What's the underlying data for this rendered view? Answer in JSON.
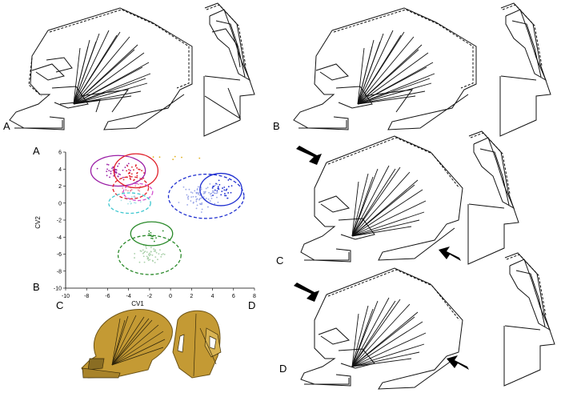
{
  "panel_labels": {
    "top_left": "A",
    "top_right": "B",
    "mid_right": "C",
    "bottom_right": "D",
    "plot_a": "A",
    "plot_b": "B",
    "plot_c": "C",
    "plot_d": "D"
  },
  "chart_data": {
    "type": "scatter",
    "xlabel": "CV1",
    "ylabel": "CV2",
    "xlim": [
      -10,
      8
    ],
    "ylim": [
      -10,
      6
    ],
    "xticks": [
      -10,
      -8,
      -6,
      -4,
      -2,
      0,
      2,
      4,
      6,
      8
    ],
    "yticks": [
      6,
      4,
      2,
      0,
      -2,
      -4,
      -6,
      -8,
      -10
    ],
    "grid": false,
    "ellipses": [
      {
        "cx": -5.0,
        "cy": 3.8,
        "rx": 2.6,
        "ry": 1.8,
        "color": "#9b1fa6",
        "style": "solid"
      },
      {
        "cx": -3.3,
        "cy": 3.8,
        "rx": 2.1,
        "ry": 2.0,
        "color": "#e0202a",
        "style": "solid"
      },
      {
        "cx": -3.8,
        "cy": 1.8,
        "rx": 1.7,
        "ry": 1.3,
        "color": "#e0202a",
        "style": "dashed"
      },
      {
        "cx": -3.1,
        "cy": 1.3,
        "rx": 1.4,
        "ry": 1.0,
        "color": "#d34fd0",
        "style": "dashed"
      },
      {
        "cx": -3.9,
        "cy": 0.0,
        "rx": 2.0,
        "ry": 1.2,
        "color": "#3ec7d0",
        "style": "dashed"
      },
      {
        "cx": 3.4,
        "cy": 0.8,
        "rx": 3.6,
        "ry": 2.6,
        "color": "#1f2fd0",
        "style": "dashed"
      },
      {
        "cx": 4.8,
        "cy": 1.6,
        "rx": 2.0,
        "ry": 1.9,
        "color": "#1f2fd0",
        "style": "solid"
      },
      {
        "cx": -1.8,
        "cy": -3.6,
        "rx": 2.0,
        "ry": 1.4,
        "color": "#2a8a2a",
        "style": "solid"
      },
      {
        "cx": -2.0,
        "cy": -6.1,
        "rx": 3.0,
        "ry": 2.3,
        "color": "#2a8a2a",
        "style": "dashed"
      }
    ],
    "clusters": [
      {
        "cx": -5.0,
        "cy": 3.8,
        "sx": 1.3,
        "sy": 0.8,
        "n": 40,
        "color": "#9b1fa6"
      },
      {
        "cx": -3.3,
        "cy": 3.6,
        "sx": 1.0,
        "sy": 0.9,
        "n": 28,
        "color": "#e0202a"
      },
      {
        "cx": -3.6,
        "cy": 1.6,
        "sx": 1.0,
        "sy": 0.7,
        "n": 18,
        "color": "#e88a9a"
      },
      {
        "cx": -3.8,
        "cy": 0.4,
        "sx": 1.0,
        "sy": 0.6,
        "n": 14,
        "color": "#a9e2e6"
      },
      {
        "cx": 3.2,
        "cy": 0.8,
        "sx": 1.7,
        "sy": 1.2,
        "n": 80,
        "color": "#9aa6e8"
      },
      {
        "cx": 5.0,
        "cy": 1.6,
        "sx": 1.0,
        "sy": 0.9,
        "n": 30,
        "color": "#1f2fd0"
      },
      {
        "cx": -1.8,
        "cy": -3.6,
        "sx": 1.0,
        "sy": 0.6,
        "n": 14,
        "color": "#2a8a2a"
      },
      {
        "cx": -2.0,
        "cy": -6.1,
        "sx": 1.5,
        "sy": 1.1,
        "n": 45,
        "color": "#a8cfa8"
      },
      {
        "cx": 0.5,
        "cy": 5.3,
        "sx": 2.5,
        "sy": 0.3,
        "n": 6,
        "color": "#e0b020"
      }
    ]
  },
  "colors": {
    "skull_fill": "#c49a34",
    "skull_stroke": "#6b5215",
    "line": "#111111",
    "arrow": "#000000"
  }
}
